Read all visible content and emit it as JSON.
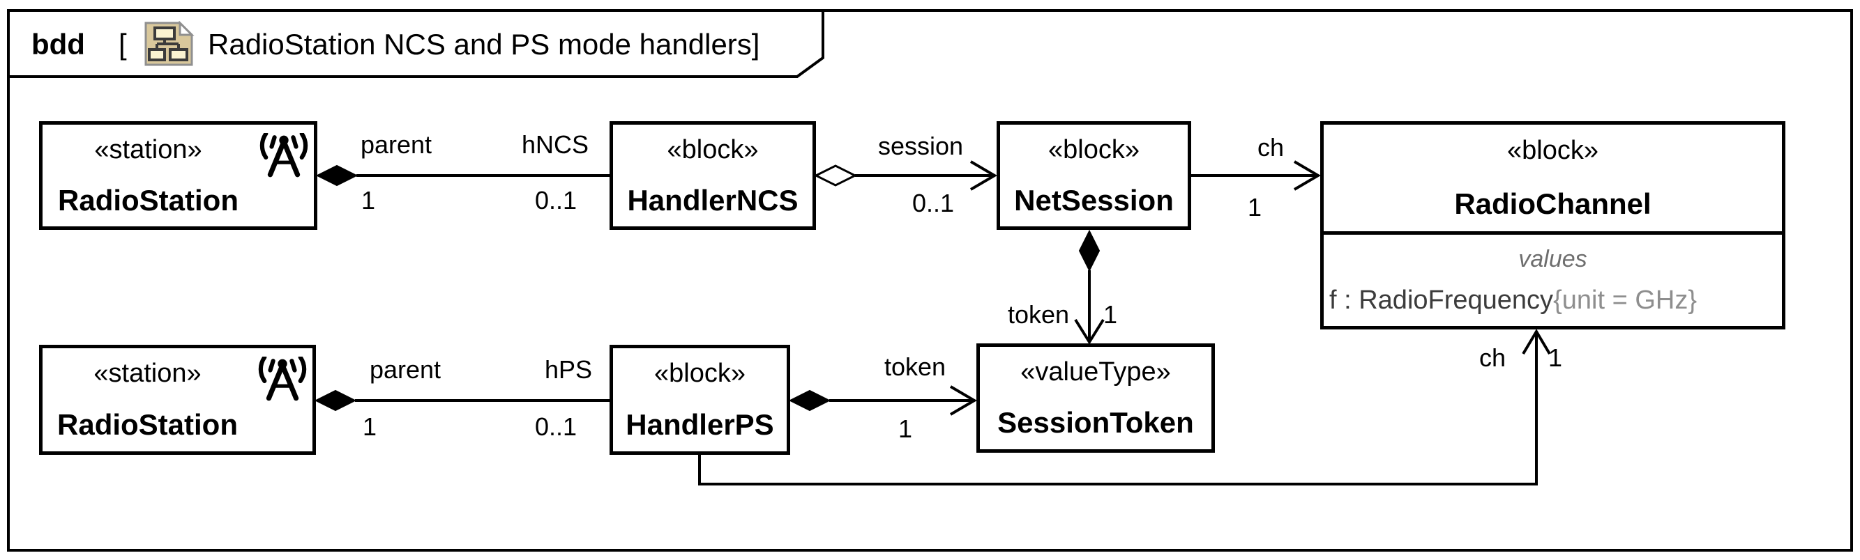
{
  "frame": {
    "kind": "bdd",
    "open_bracket": "[",
    "title": "RadioStation NCS and PS mode handlers]"
  },
  "blocks": {
    "radiostation_top": {
      "stereotype": "«station»",
      "name": "RadioStation"
    },
    "handler_ncs": {
      "stereotype": "«block»",
      "name": "HandlerNCS"
    },
    "net_session": {
      "stereotype": "«block»",
      "name": "NetSession"
    },
    "radio_channel": {
      "stereotype": "«block»",
      "name": "RadioChannel",
      "values_label": "values",
      "property_prefix": "f : RadioFrequency",
      "property_constraint": "{unit = GHz}"
    },
    "radiostation_bottom": {
      "stereotype": "«station»",
      "name": "RadioStation"
    },
    "handler_ps": {
      "stereotype": "«block»",
      "name": "HandlerPS"
    },
    "session_token": {
      "stereotype": "«valueType»",
      "name": "SessionToken"
    }
  },
  "edges": {
    "rs_top_hncs": {
      "role_parent": "parent",
      "mult_parent": "1",
      "role_child": "hNCS",
      "mult_child": "0..1"
    },
    "hncs_netsession": {
      "role": "session",
      "mult": "0..1"
    },
    "netsession_radiochannel": {
      "role": "ch",
      "mult": "1"
    },
    "netsession_sessiontoken": {
      "role": "token",
      "mult": "1"
    },
    "rs_bottom_hps": {
      "role_parent": "parent",
      "mult_parent": "1",
      "role_child": "hPS",
      "mult_child": "0..1"
    },
    "hps_sessiontoken": {
      "role": "token",
      "mult": "1"
    },
    "hps_radiochannel": {
      "role": "ch",
      "mult": "1"
    }
  },
  "colors": {
    "line": "#000000",
    "values_label": "#6e6e6e",
    "property_text": "#3c3c3c",
    "property_constraint": "#8e8e8e",
    "icon_paper": "#d9c89c",
    "icon_inner_box": "#faf3d2"
  }
}
